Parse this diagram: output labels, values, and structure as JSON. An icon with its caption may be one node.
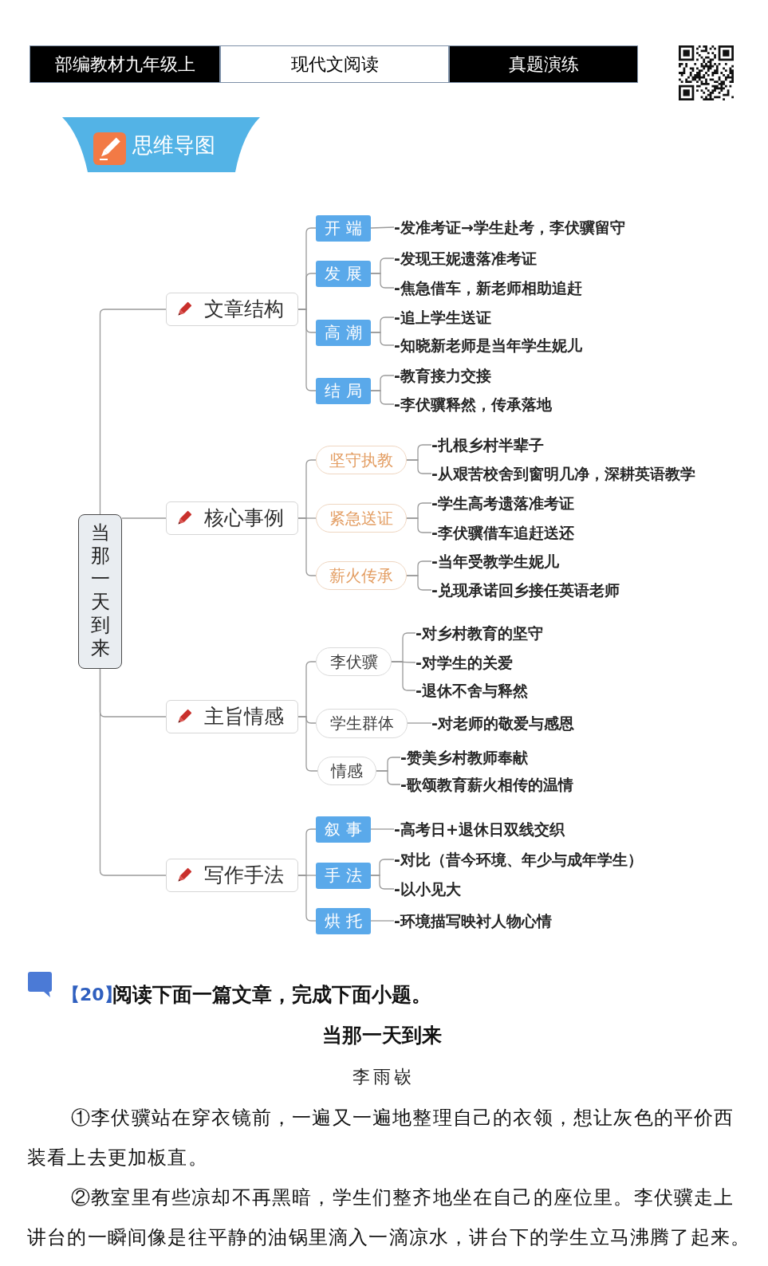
{
  "diagram": {
    "title": "思维导图",
    "nodes": [
      {
        "text": [
          "当那一天到来"
        ]
      },
      {
        "text": [
          "文章结构"
        ]
      },
      {
        "text": [
          "开端"
        ]
      },
      {
        "text": [
          "-发准考证→学生赴考，李伏骥留守"
        ]
      },
      {
        "text": [
          "发展"
        ]
      },
      {
        "text": [
          "-发现王妮遗落准考证"
        ]
      },
      {
        "text": [
          "-焦急借车，新老师相助追赶"
        ]
      },
      {
        "text": [
          "高潮"
        ]
      },
      {
        "text": [
          "-追上学生送证"
        ]
      },
      {
        "text": [
          "-知晓新老师是当年学生妮儿"
        ]
      },
      {
        "text": [
          "结局"
        ]
      },
      {
        "text": [
          "-教育接力交接"
        ]
      },
      {
        "text": [
          "-李伏骥释然，传承落地"
        ]
      },
      {
        "text": [
          "核心事例"
        ]
      },
      {
        "text": [
          "坚守执教"
        ]
      },
      {
        "text": [
          "-扎根乡村半辈子"
        ]
      },
      {
        "text": [
          "-从艰苦校舍到窗明几净，深耕英语教学"
        ]
      },
      {
        "text": [
          "紧急送证"
        ]
      },
      {
        "text": [
          "-学生高考遗落准考证"
        ]
      },
      {
        "text": [
          "-李伏骥借车追赶送还"
        ]
      },
      {
        "text": [
          "薪火传承"
        ]
      },
      {
        "text": [
          "-当年受教学生妮儿"
        ]
      },
      {
        "text": [
          "-兑现承诺回乡接任英语老师"
        ]
      },
      {
        "text": [
          "主旨情感"
        ]
      },
      {
        "text": [
          "李伏骥"
        ]
      },
      {
        "text": [
          "-对乡村教育的坚守"
        ]
      },
      {
        "text": [
          "-对学生的关爱"
        ]
      },
      {
        "text": [
          "-退休不舍与释然"
        ]
      },
      {
        "text": [
          "学生群体"
        ]
      },
      {
        "text": [
          "-对老师的敬爱与感恩"
        ]
      },
      {
        "text": [
          "情感"
        ]
      },
      {
        "text": [
          "-赞美乡村教师奉献"
        ]
      },
      {
        "text": [
          "-歌颂教育薪火相传的温情"
        ]
      },
      {
        "text": [
          "写作手法"
        ]
      },
      {
        "text": [
          "叙事"
        ]
      },
      {
        "text": [
          "-高考日+退休日双线交织"
        ]
      },
      {
        "text": [
          "手法"
        ]
      },
      {
        "text": [
          "-对比（昔今环境、年少与成年学生）"
        ]
      },
      {
        "text": [
          "-以小见大"
        ]
      },
      {
        "text": [
          "烘托"
        ]
      },
      {
        "text": [
          "-环境描写映衬人物心情"
        ]
      }
    ],
    "edges": [
      {
        "from": 0,
        "to": 1,
        "arrow": "none"
      },
      {
        "from": 0,
        "to": 13,
        "arrow": "none"
      },
      {
        "from": 0,
        "to": 23,
        "arrow": "none"
      },
      {
        "from": 0,
        "to": 33,
        "arrow": "none"
      },
      {
        "from": 1,
        "to": 2,
        "arrow": "none"
      },
      {
        "from": 1,
        "to": 4,
        "arrow": "none"
      },
      {
        "from": 1,
        "to": 7,
        "arrow": "none"
      },
      {
        "from": 1,
        "to": 10,
        "arrow": "none"
      },
      {
        "from": 2,
        "to": 3,
        "arrow": "none"
      },
      {
        "from": 4,
        "to": 5,
        "arrow": "none"
      },
      {
        "from": 4,
        "to": 6,
        "arrow": "none"
      },
      {
        "from": 7,
        "to": 8,
        "arrow": "none"
      },
      {
        "from": 7,
        "to": 9,
        "arrow": "none"
      },
      {
        "from": 10,
        "to": 11,
        "arrow": "none"
      },
      {
        "from": 10,
        "to": 12,
        "arrow": "none"
      },
      {
        "from": 13,
        "to": 14,
        "arrow": "none"
      },
      {
        "from": 13,
        "to": 17,
        "arrow": "none"
      },
      {
        "from": 13,
        "to": 20,
        "arrow": "none"
      },
      {
        "from": 14,
        "to": 15,
        "arrow": "none"
      },
      {
        "from": 14,
        "to": 16,
        "arrow": "none"
      },
      {
        "from": 17,
        "to": 18,
        "arrow": "none"
      },
      {
        "from": 17,
        "to": 19,
        "arrow": "none"
      },
      {
        "from": 20,
        "to": 21,
        "arrow": "none"
      },
      {
        "from": 20,
        "to": 22,
        "arrow": "none"
      },
      {
        "from": 23,
        "to": 24,
        "arrow": "none"
      },
      {
        "from": 23,
        "to": 28,
        "arrow": "none"
      },
      {
        "from": 23,
        "to": 30,
        "arrow": "none"
      },
      {
        "from": 24,
        "to": 25,
        "arrow": "none"
      },
      {
        "from": 24,
        "to": 26,
        "arrow": "none"
      },
      {
        "from": 24,
        "to": 27,
        "arrow": "none"
      },
      {
        "from": 28,
        "to": 29,
        "arrow": "none"
      },
      {
        "from": 30,
        "to": 31,
        "arrow": "none"
      },
      {
        "from": 30,
        "to": 32,
        "arrow": "none"
      },
      {
        "from": 33,
        "to": 34,
        "arrow": "none"
      },
      {
        "from": 33,
        "to": 36,
        "arrow": "none"
      },
      {
        "from": 33,
        "to": 39,
        "arrow": "none"
      },
      {
        "from": 34,
        "to": 35,
        "arrow": "none"
      },
      {
        "from": 36,
        "to": 37,
        "arrow": "none"
      },
      {
        "from": 36,
        "to": 38,
        "arrow": "none"
      },
      {
        "from": 39,
        "to": 40,
        "arrow": "none"
      }
    ],
    "labels": [
      "部编教材九年级上",
      "现代文阅读",
      "真题演练",
      "【20】",
      "阅读下面一篇文章，完成下面小题。",
      "当那一天到来",
      "李雨嵚",
      "①李伏骥站在穿衣镜前，一遍又一遍地整理自己的衣领，想让灰色的平价西装看上去更加板直。",
      "②教室里有些凉却不再黑暗，学生们整齐地坐在自己的座位里。李伏骥走上讲台的一瞬间像是往平静的油锅里滴入一滴凉水，讲台下的学生立马沸腾了起来。"
    ]
  }
}
